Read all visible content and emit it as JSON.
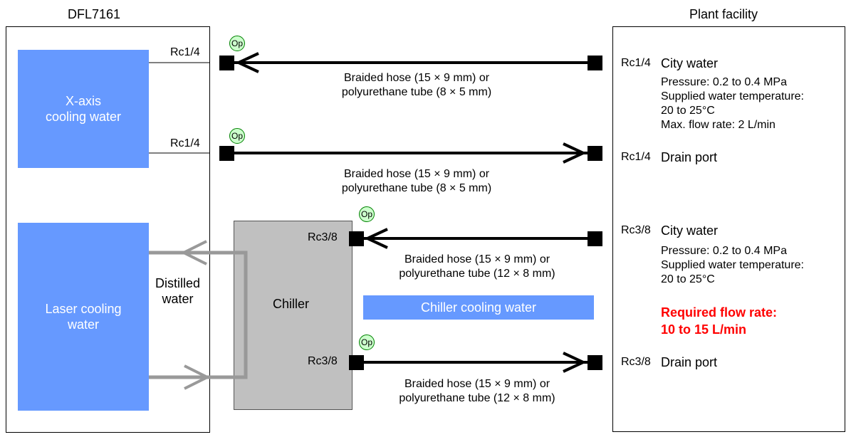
{
  "titles": {
    "left": "DFL7161",
    "right": "Plant facility"
  },
  "boxes": {
    "xaxis": "X-axis\ncooling water",
    "laser": "Laser cooling\nwater",
    "chiller": "Chiller",
    "chiller_cooling": "Chiller cooling water"
  },
  "distilled": "Distilled\nwater",
  "ports": {
    "left_top": "Rc1/4",
    "left_second": "Rc1/4",
    "chiller_top": "Rc3/8",
    "chiller_bottom": "Rc3/8",
    "right_1": "Rc1/4",
    "right_2": "Rc1/4",
    "right_3": "Rc3/8",
    "right_4": "Rc3/8"
  },
  "op": "Op",
  "hoses": [
    "Braided hose (15 × 9 mm) or\npolyurethane tube (8 × 5 mm)",
    "Braided hose (15 × 9 mm) or\npolyurethane tube (8 × 5 mm)",
    "Braided hose (15 × 9 mm) or\npolyurethane tube (12 × 8 mm)",
    "Braided hose (15 × 9 mm) or\npolyurethane tube (12 × 8 mm)"
  ],
  "plant": {
    "city_water_1": "City water",
    "details_1": "Pressure: 0.2 to 0.4 MPa\nSupplied water temperature:\n20 to 25°C\nMax. flow rate: 2 L/min",
    "drain_1": "Drain port",
    "city_water_2": "City water",
    "details_2": "Pressure: 0.2 to 0.4 MPa\nSupplied water temperature:\n20 to 25°C",
    "required": "Required flow rate:\n10 to 15 L/min",
    "drain_2": "Drain port"
  },
  "colors": {
    "blue": "#6699ff",
    "chiller": "#c0c0c0",
    "red": "#ff0000",
    "pipe_gray": "#999999",
    "op_fill": "#ccffcc"
  }
}
